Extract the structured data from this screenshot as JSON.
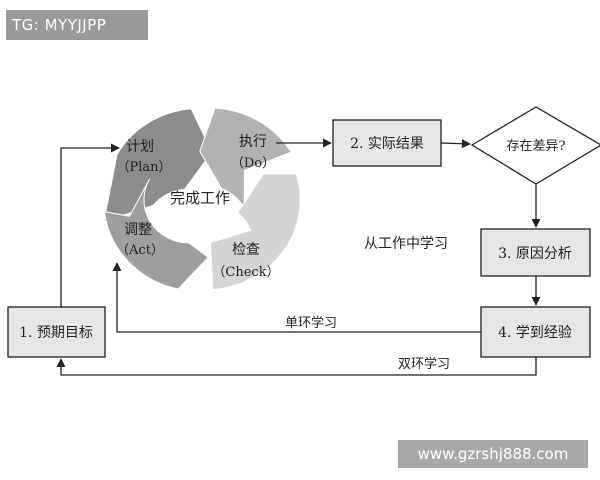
{
  "watermarks": {
    "top": "TG: MYYJJPP",
    "bottom": "www.gzrshj888.com"
  },
  "cycle": {
    "center": "完成工作",
    "segments": [
      {
        "label": "计划",
        "sub": "（Plan）",
        "color": "#8c8c8c"
      },
      {
        "label": "执行",
        "sub": "（Do）",
        "color": "#b2b2b2"
      },
      {
        "label": "检查",
        "sub": "（Check）",
        "color": "#d4d4d4"
      },
      {
        "label": "调整",
        "sub": "（Act）",
        "color": "#9e9e9e"
      }
    ]
  },
  "boxes": {
    "goal": "1. 预期目标",
    "result": "2. 实际结果",
    "cause": "3. 原因分析",
    "learn": "4. 学到经验",
    "diff": "存在差异?"
  },
  "labels": {
    "learn_from_work": "从工作中学习",
    "single_loop": "单环学习",
    "double_loop": "双环学习"
  }
}
